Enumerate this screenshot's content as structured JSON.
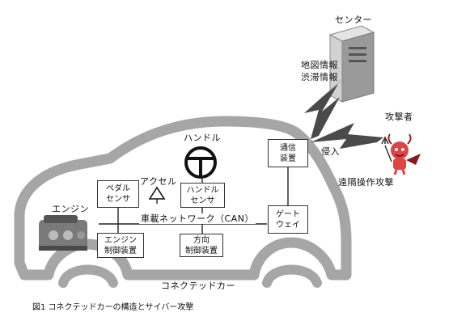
{
  "labels": {
    "center": "センター",
    "map_info": "地図情報",
    "traffic_info": "渋滞情報",
    "attacker": "攻撃者",
    "intrusion": "侵入",
    "remote_attack": "遠隔操作攻撃",
    "handle": "ハンドル",
    "accel": "アクセル",
    "engine": "エンジン",
    "network": "車載ネットワーク（CAN）",
    "car": "コネクテッドカー",
    "caption": "図1 コネクテッドカーの構造とサイバー攻撃"
  },
  "boxes": {
    "comm": [
      "通信",
      "装置"
    ],
    "gateway": [
      "ゲート",
      "ウェイ"
    ],
    "pedal": [
      "ペダル",
      "センサ"
    ],
    "handle_sensor": [
      "ハンドル",
      "センサ"
    ],
    "engine_ctrl": [
      "エンジン",
      "制御装置"
    ],
    "steer_ctrl": [
      "方向",
      "制御装置"
    ]
  },
  "icons": [
    "server-icon",
    "devil-icon",
    "steering-wheel-icon",
    "engine-icon",
    "lightning-bolt-icon",
    "accel-pedal-icon"
  ]
}
